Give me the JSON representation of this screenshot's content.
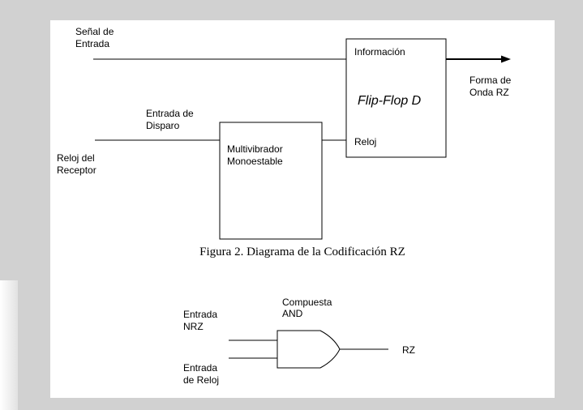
{
  "figure1": {
    "input_signal": [
      "Señal de",
      "Entrada"
    ],
    "trigger_input": [
      "Entrada de",
      "Disparo"
    ],
    "receiver_clock": [
      "Reloj del",
      "Receptor"
    ],
    "monostable": [
      "Multivibrador",
      "Monoestable"
    ],
    "flipflop_title": "Flip-Flop D",
    "flipflop_data_port": "Información",
    "flipflop_clock_port": "Reloj",
    "output": [
      "Forma de",
      "Onda RZ"
    ]
  },
  "caption": "Figura 2. Diagrama de la Codificación RZ",
  "figure2": {
    "gate_label": [
      "Compuesta",
      "AND"
    ],
    "nrz_input": [
      "Entrada",
      "NRZ"
    ],
    "clock_input": [
      "Entrada",
      "de Reloj"
    ],
    "output": "RZ"
  },
  "colors": {
    "page_background": "#d1d1d1",
    "canvas_background": "#ffffff",
    "stroke": "#000000"
  }
}
